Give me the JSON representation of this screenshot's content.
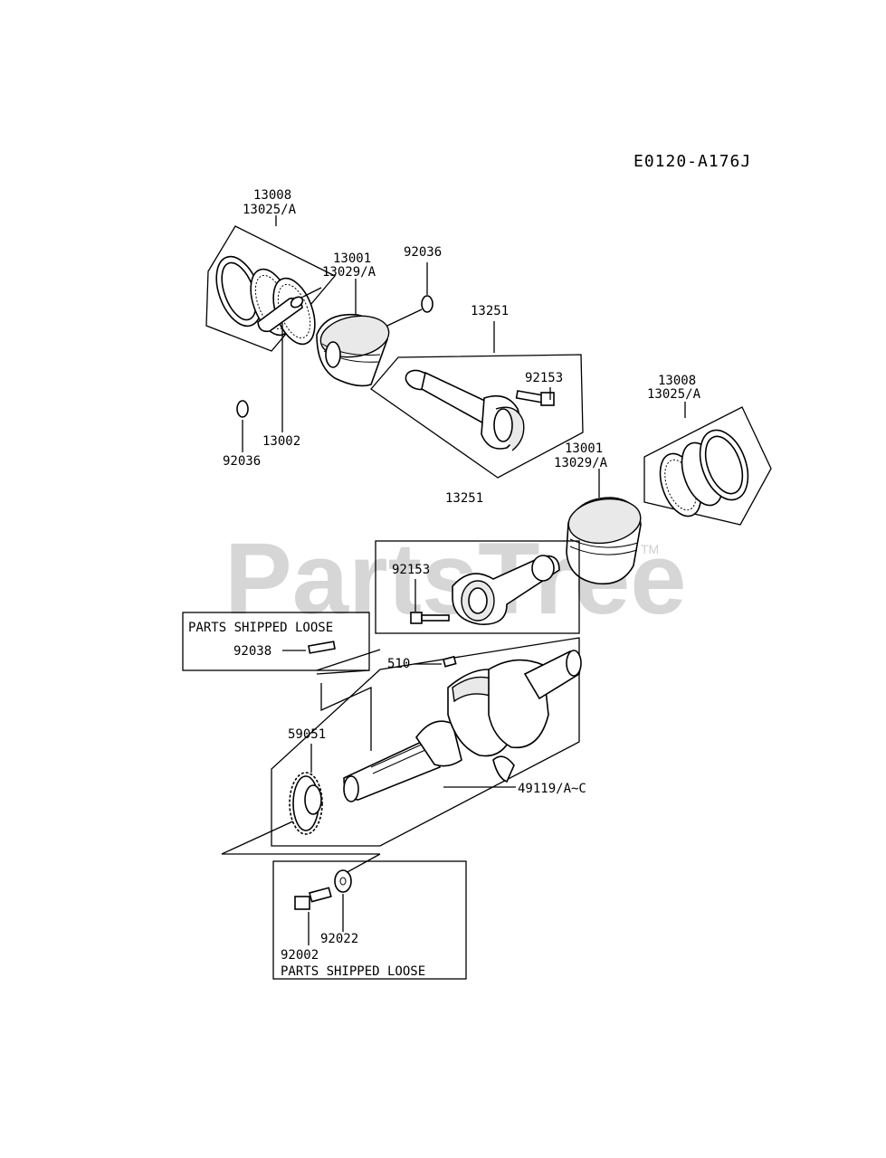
{
  "diagram_code": "E0120-A176J",
  "watermark": {
    "text": "PartsTree",
    "trademark": "TM"
  },
  "labels": {
    "rings_top_a": "13008",
    "rings_top_b": "13025/A",
    "piston_top_a": "13001",
    "piston_top_b": "13029/A",
    "circlip_top_right": "92036",
    "rod_top": "13251",
    "bolt_top": "92153",
    "pin": "13002",
    "circlip_top_left": "92036",
    "rod_assembly_left": "13251",
    "rings_right_a": "13008",
    "rings_right_b": "13025/A",
    "piston_right_a": "13001",
    "piston_right_b": "13029/A",
    "bolt_right": "92153",
    "key_small": "510",
    "key_loose": "92038",
    "gear": "59051",
    "crankshaft": "49119/A~C",
    "bolt_bottom": "92002",
    "washer_bottom": "92022"
  },
  "loose_boxes": {
    "upper": "PARTS SHIPPED LOOSE",
    "lower": "PARTS SHIPPED LOOSE"
  }
}
